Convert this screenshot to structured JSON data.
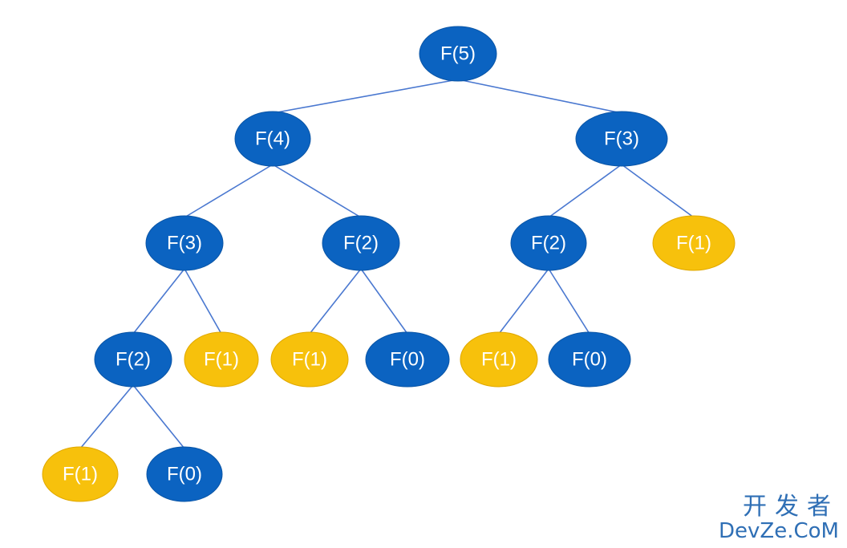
{
  "colors": {
    "internal_node": "#0b63c1",
    "leaf_node": "#f7c10c",
    "edge": "#4a78d0",
    "label": "#ffffff"
  },
  "nodes": [
    {
      "id": "n0",
      "label": "F(5)",
      "kind": "internal"
    },
    {
      "id": "n1",
      "label": "F(4)",
      "kind": "internal"
    },
    {
      "id": "n2",
      "label": "F(3)",
      "kind": "internal"
    },
    {
      "id": "n3",
      "label": "F(3)",
      "kind": "internal"
    },
    {
      "id": "n4",
      "label": "F(2)",
      "kind": "internal"
    },
    {
      "id": "n5",
      "label": "F(2)",
      "kind": "internal"
    },
    {
      "id": "n6",
      "label": "F(1)",
      "kind": "leaf"
    },
    {
      "id": "n7",
      "label": "F(2)",
      "kind": "internal"
    },
    {
      "id": "n8",
      "label": "F(1)",
      "kind": "leaf"
    },
    {
      "id": "n9",
      "label": "F(1)",
      "kind": "leaf"
    },
    {
      "id": "n10",
      "label": "F(0)",
      "kind": "internal"
    },
    {
      "id": "n11",
      "label": "F(1)",
      "kind": "leaf"
    },
    {
      "id": "n12",
      "label": "F(0)",
      "kind": "internal"
    },
    {
      "id": "n13",
      "label": "F(1)",
      "kind": "leaf"
    },
    {
      "id": "n14",
      "label": "F(0)",
      "kind": "internal"
    }
  ],
  "edges": [
    [
      "n0",
      "n1"
    ],
    [
      "n0",
      "n2"
    ],
    [
      "n1",
      "n3"
    ],
    [
      "n1",
      "n4"
    ],
    [
      "n2",
      "n5"
    ],
    [
      "n2",
      "n6"
    ],
    [
      "n3",
      "n7"
    ],
    [
      "n3",
      "n8"
    ],
    [
      "n4",
      "n9"
    ],
    [
      "n4",
      "n10"
    ],
    [
      "n5",
      "n11"
    ],
    [
      "n5",
      "n12"
    ],
    [
      "n7",
      "n13"
    ],
    [
      "n7",
      "n14"
    ]
  ],
  "watermark": {
    "line1": "开发者",
    "line2": "DevZe.CoM"
  }
}
